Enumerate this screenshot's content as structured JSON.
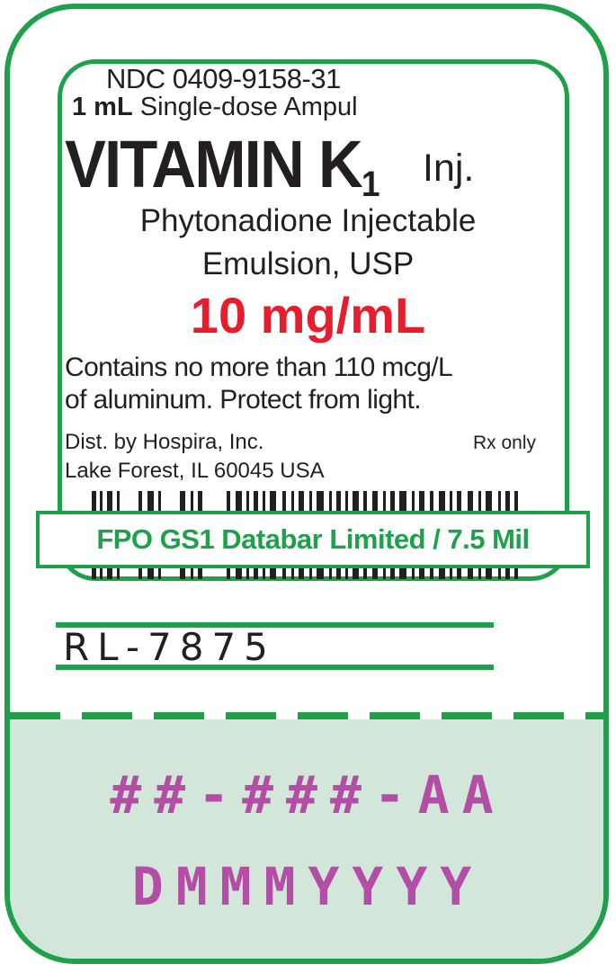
{
  "label": {
    "ndc": "NDC 0409-9158-31",
    "quantity_bold": "1 mL",
    "quantity_rest": " Single-dose Ampul",
    "drug_name": "VITAMIN K",
    "drug_subscript": "1",
    "drug_suffix": "Inj.",
    "generic_line1": "Phytonadione Injectable",
    "generic_line2": "Emulsion, USP",
    "strength": "10 mg/mL",
    "note_line1": "Contains no more than 110 mcg/L",
    "note_line2": "of aluminum. Protect from light.",
    "distributor": "Dist. by Hospira, Inc.",
    "rx": "Rx only",
    "address": "Lake Forest, IL 60045 USA",
    "barcode_note": "FPO GS1 Databar Limited / 7.5 Mil",
    "reference": "RL-7875",
    "lot_placeholder": "##-###-AA",
    "expiry_placeholder": "DMMMYYYY"
  },
  "colors": {
    "border_green": "#1fa04a",
    "strength_red": "#e41e2c",
    "panel_bg": "#d2e7da",
    "variable_magenta": "#b44da5",
    "text_dark": "#231f20"
  }
}
